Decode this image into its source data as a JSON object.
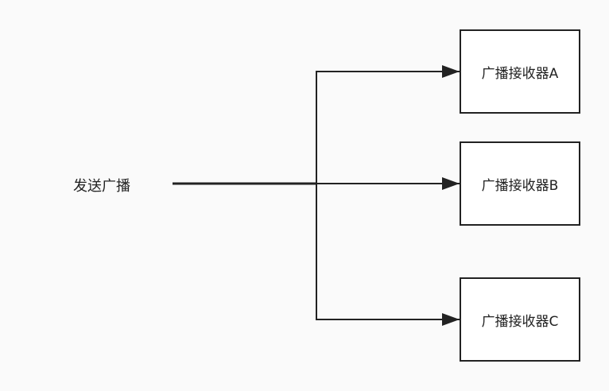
{
  "sender": {
    "label": "发送广播"
  },
  "receivers": [
    {
      "label": "广播接收器A"
    },
    {
      "label": "广播接收器B"
    },
    {
      "label": "广播接收器C"
    }
  ],
  "colors": {
    "background": "#fafafa",
    "stroke": "#222222",
    "box_fill": "#ffffff"
  }
}
